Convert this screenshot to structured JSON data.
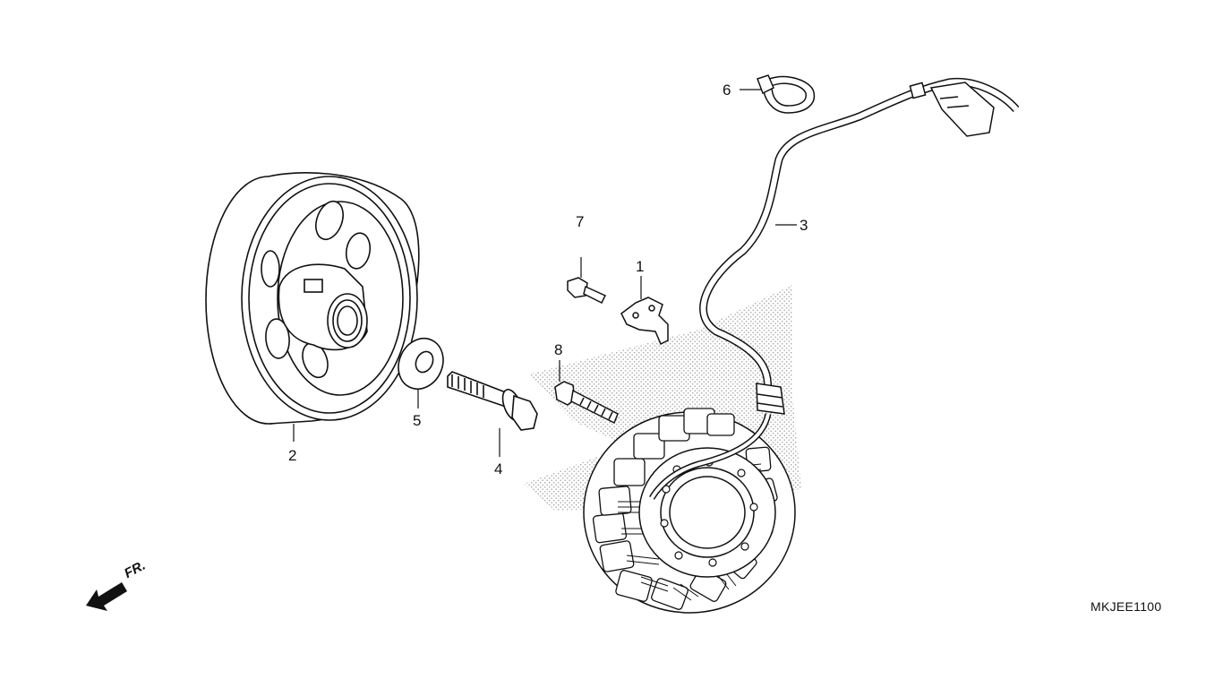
{
  "diagram_code": "MKJEE1100",
  "front_indicator": "FR.",
  "callouts": [
    {
      "id": "1",
      "part": "bracket"
    },
    {
      "id": "2",
      "part": "flywheel"
    },
    {
      "id": "3",
      "part": "stator-harness"
    },
    {
      "id": "4",
      "part": "flange-bolt"
    },
    {
      "id": "5",
      "part": "washer"
    },
    {
      "id": "6",
      "part": "wire-clamp"
    },
    {
      "id": "7",
      "part": "small-bolt"
    },
    {
      "id": "8",
      "part": "stator-bolt"
    }
  ],
  "colors": {
    "line": "#111111",
    "shading": "#9a9a9a",
    "background": "#ffffff"
  }
}
